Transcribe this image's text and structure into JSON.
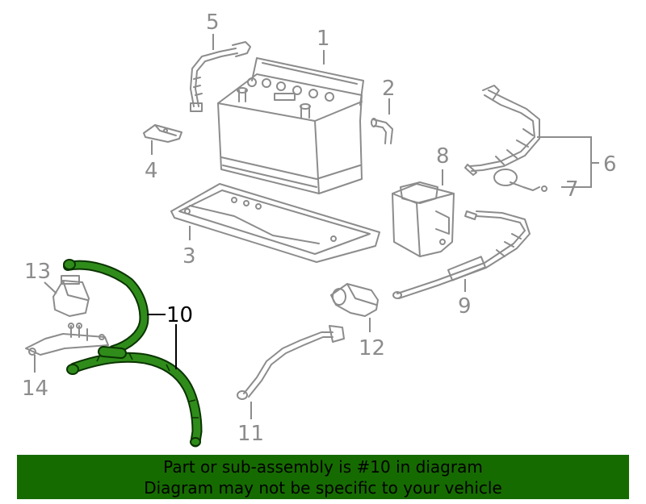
{
  "diagram": {
    "callouts": [
      {
        "id": "1",
        "label": "1"
      },
      {
        "id": "2",
        "label": "2"
      },
      {
        "id": "3",
        "label": "3"
      },
      {
        "id": "4",
        "label": "4"
      },
      {
        "id": "5",
        "label": "5"
      },
      {
        "id": "6",
        "label": "6"
      },
      {
        "id": "7",
        "label": "7"
      },
      {
        "id": "8",
        "label": "8"
      },
      {
        "id": "9",
        "label": "9"
      },
      {
        "id": "10",
        "label": "10"
      },
      {
        "id": "11",
        "label": "11"
      },
      {
        "id": "12",
        "label": "12"
      },
      {
        "id": "13",
        "label": "13"
      },
      {
        "id": "14",
        "label": "14"
      }
    ],
    "highlighted_part": "10",
    "colors": {
      "line_art": "#8c8c8c",
      "highlight_fill": "#1f7a0e",
      "banner": "#166b00"
    }
  },
  "banner": {
    "line1": "Part or sub-assembly is #10 in diagram",
    "line2": "Diagram may not be specific to your vehicle"
  }
}
